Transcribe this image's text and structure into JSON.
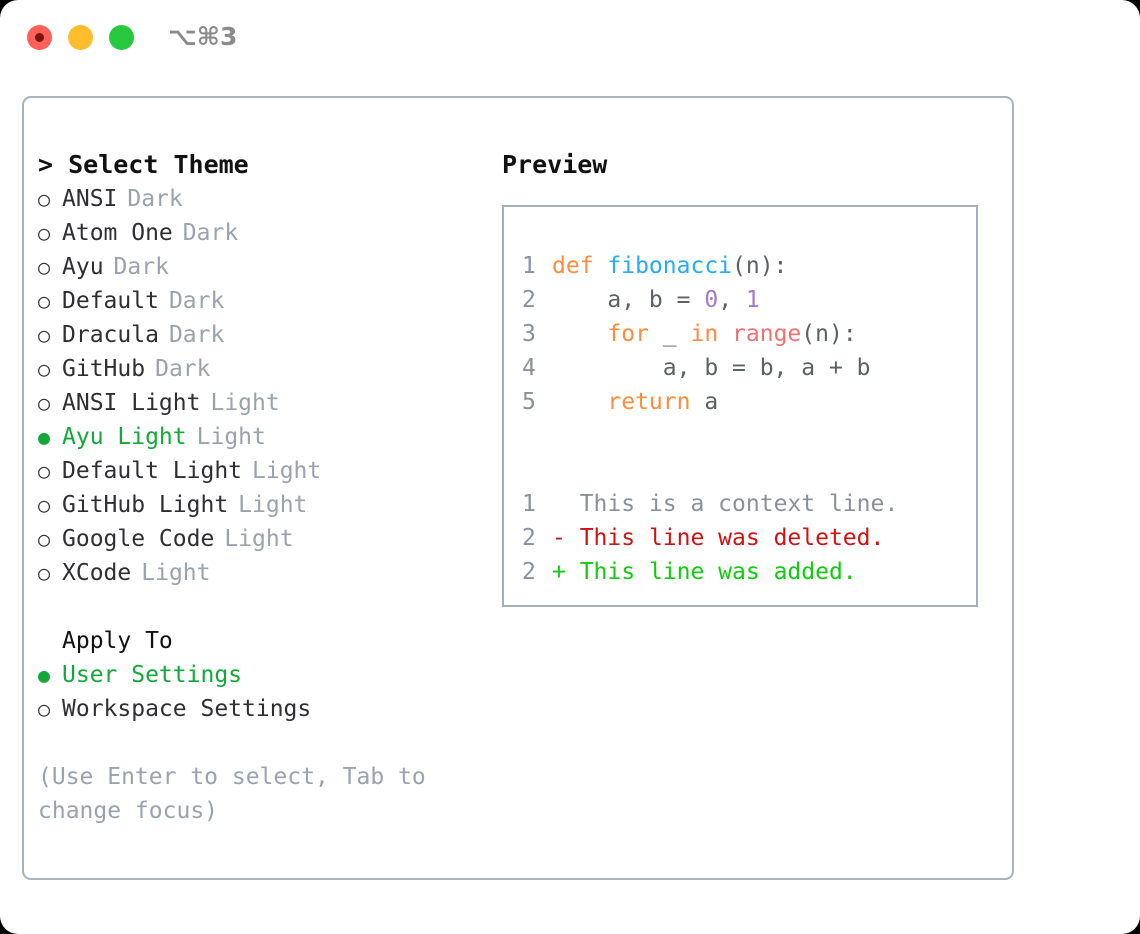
{
  "titlebar": {
    "shortcut": "⌥⌘3",
    "lights": [
      {
        "name": "close",
        "color": "#ff6058"
      },
      {
        "name": "minimize",
        "color": "#ffbd2e"
      },
      {
        "name": "maximize",
        "color": "#27c93f"
      }
    ]
  },
  "theme_picker": {
    "heading": "> Select Theme",
    "selected_marker": "●",
    "unselected_marker": "○",
    "items": [
      {
        "marker": "○",
        "label": "ANSI",
        "tag": "Dark",
        "selected": false
      },
      {
        "marker": "○",
        "label": "Atom One",
        "tag": "Dark",
        "selected": false
      },
      {
        "marker": "○",
        "label": "Ayu",
        "tag": "Dark",
        "selected": false
      },
      {
        "marker": "○",
        "label": "Default",
        "tag": "Dark",
        "selected": false
      },
      {
        "marker": "○",
        "label": "Dracula",
        "tag": "Dark",
        "selected": false
      },
      {
        "marker": "○",
        "label": "GitHub",
        "tag": "Dark",
        "selected": false
      },
      {
        "marker": "○",
        "label": "ANSI Light",
        "tag": "Light",
        "selected": false
      },
      {
        "marker": "●",
        "label": "Ayu Light",
        "tag": "Light",
        "selected": true
      },
      {
        "marker": "○",
        "label": "Default Light",
        "tag": "Light",
        "selected": false
      },
      {
        "marker": "○",
        "label": "GitHub Light",
        "tag": "Light",
        "selected": false
      },
      {
        "marker": "○",
        "label": "Google Code",
        "tag": "Light",
        "selected": false
      },
      {
        "marker": "○",
        "label": "XCode",
        "tag": "Light",
        "selected": false
      }
    ]
  },
  "apply_to": {
    "label": "Apply To",
    "items": [
      {
        "marker": "●",
        "label": "User Settings",
        "selected": true
      },
      {
        "marker": "○",
        "label": "Workspace Settings",
        "selected": false
      }
    ]
  },
  "hint": "(Use Enter to select, Tab to change focus)",
  "preview": {
    "title": "Preview",
    "code_lines": [
      {
        "lineno": "1",
        "tokens": [
          {
            "text": "def ",
            "type": "kw"
          },
          {
            "text": "fibonacci",
            "type": "fn"
          },
          {
            "text": "(n):",
            "type": "plain"
          }
        ]
      },
      {
        "lineno": "2",
        "tokens": [
          {
            "text": "    a, b = ",
            "type": "plain"
          },
          {
            "text": "0",
            "type": "num"
          },
          {
            "text": ", ",
            "type": "plain"
          },
          {
            "text": "1",
            "type": "num"
          }
        ]
      },
      {
        "lineno": "3",
        "tokens": [
          {
            "text": "    for",
            "type": "kw"
          },
          {
            "text": " _ ",
            "type": "plain"
          },
          {
            "text": "in ",
            "type": "kw"
          },
          {
            "text": "range",
            "type": "call"
          },
          {
            "text": "(n):",
            "type": "plain"
          }
        ]
      },
      {
        "lineno": "4",
        "tokens": [
          {
            "text": "        a, b = b, a + b",
            "type": "plain"
          }
        ]
      },
      {
        "lineno": "5",
        "tokens": [
          {
            "text": "    return",
            "type": "kw"
          },
          {
            "text": " a",
            "type": "plain"
          }
        ]
      }
    ],
    "diff_lines": [
      {
        "lineno": "1",
        "sign": "  ",
        "text": "This is a context line.",
        "type": "ctx"
      },
      {
        "lineno": "2",
        "sign": "- ",
        "text": "This line was deleted.",
        "type": "del"
      },
      {
        "lineno": "2",
        "sign": "+ ",
        "text": "This line was added.",
        "type": "add"
      }
    ]
  },
  "colors": {
    "accent_green": "#13a83a",
    "muted": "#9aa3ad",
    "border": "#a9b2bd",
    "keyword": "#fa8d3e",
    "function": "#29aaf7",
    "call": "#f07171",
    "number": "#a37acc",
    "diff_delete": "#cc1414",
    "diff_add": "#11cc11"
  }
}
